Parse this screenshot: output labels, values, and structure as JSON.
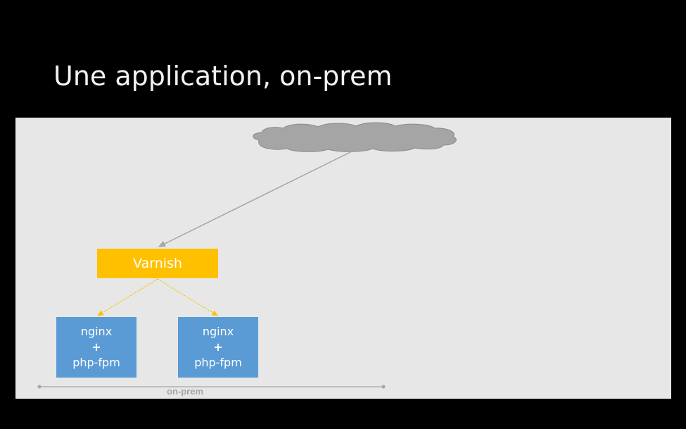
{
  "title": "Une application, on-prem",
  "colors": {
    "background": "#000000",
    "canvas": "#e7e7e7",
    "cloud": "#a5a5a5",
    "varnish": "#ffc000",
    "server": "#5b9bd5",
    "connector": "#a6a6a6",
    "dotted_link": "#ffc000"
  },
  "nodes": {
    "internet": {
      "icon": "cloud-icon"
    },
    "varnish": {
      "label": "Varnish"
    },
    "servers": [
      {
        "line1": "nginx",
        "line2": "+",
        "line3": "php-fpm"
      },
      {
        "line1": "nginx",
        "line2": "+",
        "line3": "php-fpm"
      }
    ]
  },
  "scope": {
    "label": "on-prem"
  }
}
